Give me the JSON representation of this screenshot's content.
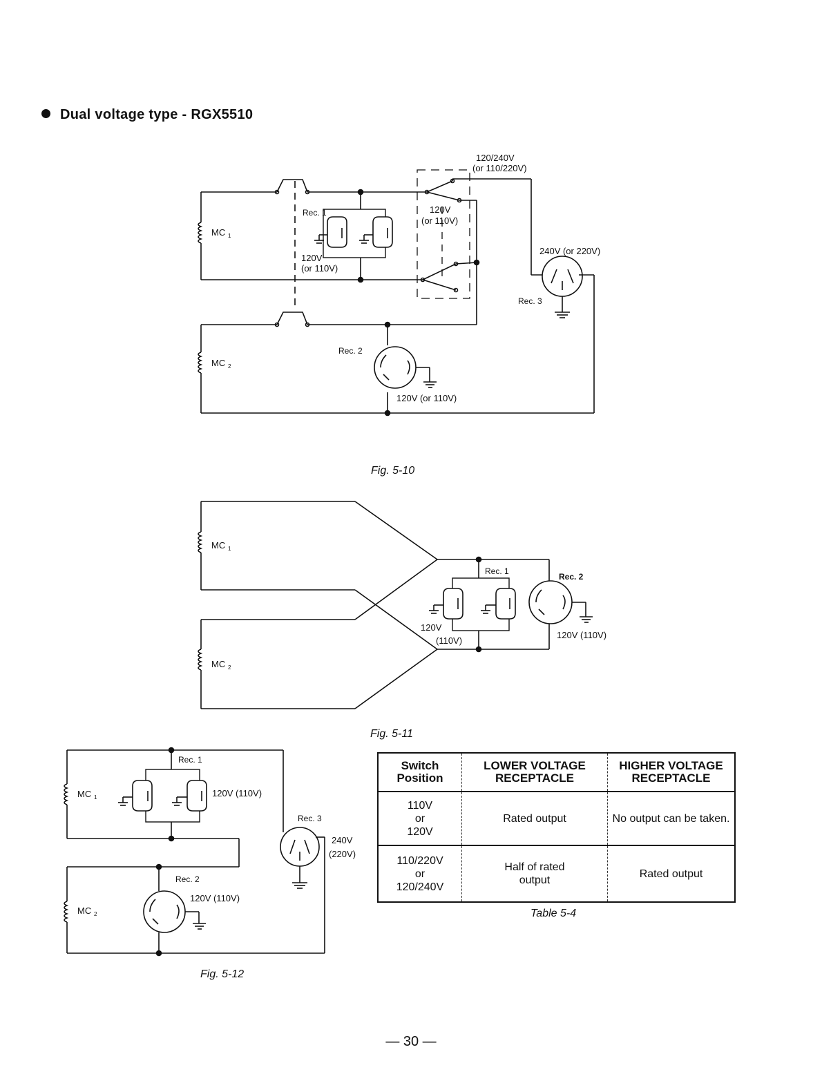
{
  "heading": "Dual voltage  type - RGX5510",
  "fig10": {
    "caption": "Fig. 5-10",
    "mc1": "MC",
    "mc2": "MC",
    "rec1": "Rec. 1",
    "rec2": "Rec. 2",
    "rec3": "Rec. 3",
    "rec1_v1": "120V",
    "rec1_v2": "(or 110V)",
    "sw_v1": "120/240V",
    "sw_v2": "(or 110/220V)",
    "sw_mid1": "120V",
    "sw_mid2": "(or 110V)",
    "rec3_v": "240V (or 220V)",
    "rec2_v": "120V (or 110V)"
  },
  "fig11": {
    "caption": "Fig. 5-11",
    "mc1": "MC",
    "mc2": "MC",
    "rec1": "Rec. 1",
    "rec2": "Rec. 2",
    "rec1_v1": "120V",
    "rec1_v2": "(110V)",
    "rec2_v": "120V (110V)"
  },
  "fig12": {
    "caption": "Fig. 5-12",
    "mc1": "MC",
    "mc2": "MC",
    "rec1": "Rec. 1",
    "rec2": "Rec. 2",
    "rec3": "Rec. 3",
    "rec1_v": "120V (110V)",
    "rec2_v": "120V (110V)",
    "rec3_v1": "240V",
    "rec3_v2": "(220V)"
  },
  "table": {
    "caption": "Table 5-4",
    "headers": [
      "Switch\nPosition",
      "LOWER VOLTAGE\nRECEPTACLE",
      "HIGHER VOLTAGE\nRECEPTACLE"
    ],
    "rows": [
      [
        "110V\nor\n120V",
        "Rated output",
        "No output can be taken."
      ],
      [
        "110/220V\nor\n120/240V",
        "Half of rated\noutput",
        "Rated output"
      ]
    ]
  },
  "page_number": "— 30 —"
}
